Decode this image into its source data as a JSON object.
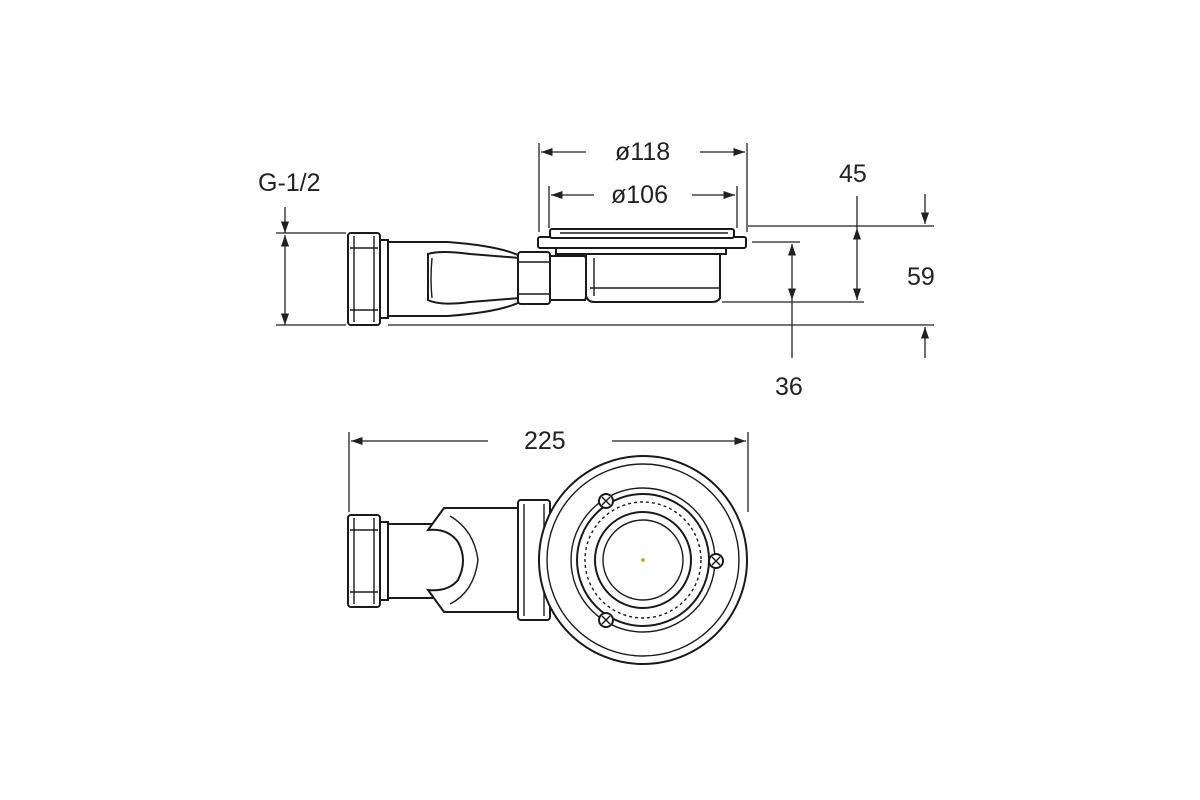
{
  "drawing": {
    "thread_label": "G-1/2",
    "outer_diameter": "ø118",
    "inner_diameter": "ø106",
    "height_upper": "45",
    "height_total": "59",
    "height_outlet": "36",
    "overall_length": "225"
  },
  "colors": {
    "line": "#222222",
    "background": "#ffffff",
    "center_dot": "#d9b000"
  }
}
